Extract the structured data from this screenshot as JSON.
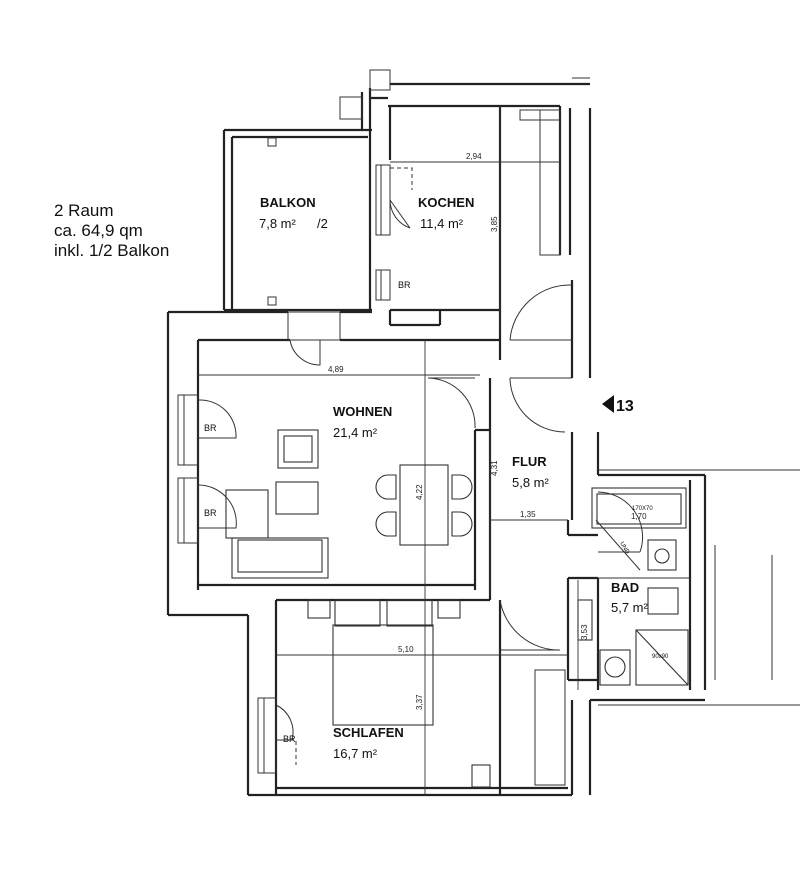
{
  "summary": {
    "rooms": "2 Raum",
    "area": "ca. 64,9 qm",
    "note": "inkl. 1/2 Balkon"
  },
  "rooms": {
    "balkon": {
      "name": "BALKON",
      "area": "7,8 m²",
      "suffix": "/2"
    },
    "kochen": {
      "name": "KOCHEN",
      "area": "11,4 m²"
    },
    "wohnen": {
      "name": "WOHNEN",
      "area": "21,4 m²"
    },
    "flur": {
      "name": "FLUR",
      "area": "5,8 m²"
    },
    "bad": {
      "name": "BAD",
      "area": "5,7 m²"
    },
    "schlafen": {
      "name": "SCHLAFEN",
      "area": "16,7 m²"
    }
  },
  "dimensions": {
    "kochen_width": "2,94",
    "kochen_depth": "3,85",
    "wohnen_width": "4,89",
    "wohnen_depth": "4,22",
    "flur_depth": "4,31",
    "flur_width": "1,35",
    "bad_width": "1,70",
    "bad_depth": "3,53",
    "schlafen_width": "5,10",
    "schlafen_depth": "3,37"
  },
  "labels": {
    "br": "BR",
    "bathtub": "170X70",
    "shower": "90x90",
    "duct": "UND",
    "unit_number": "13"
  }
}
